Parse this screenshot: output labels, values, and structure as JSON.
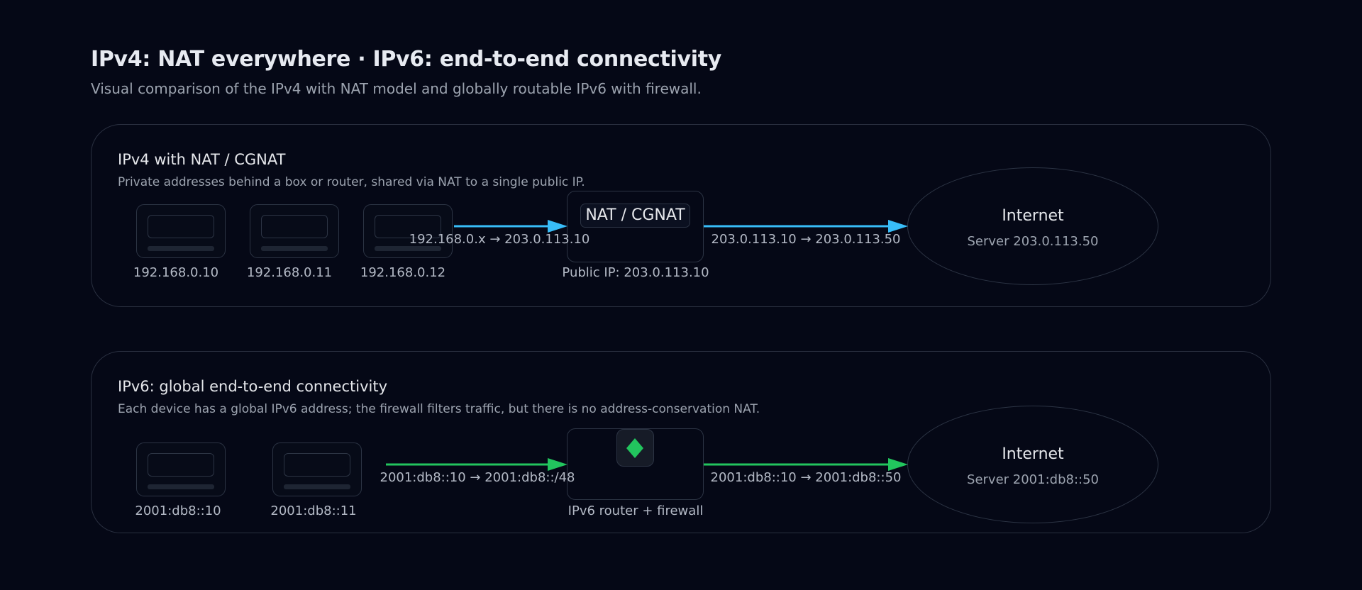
{
  "title": "IPv4: NAT everywhere · IPv6: end-to-end connectivity",
  "subtitle": "Visual comparison of the IPv4 with NAT model and globally routable IPv6 with firewall.",
  "colors": {
    "ipv4_arrow": "#38bdf8",
    "ipv6_arrow": "#22c55e",
    "background": "#050816"
  },
  "ipv4": {
    "heading": "IPv4 with NAT / CGNAT",
    "description": "Private addresses behind a box or router, shared via NAT to a single public IP.",
    "devices": [
      "192.168.0.10",
      "192.168.0.11",
      "192.168.0.12"
    ],
    "nat_label": "NAT / CGNAT",
    "nat_caption": "Public IP: 203.0.113.10",
    "link_in": "192.168.0.x → 203.0.113.10",
    "link_out": "203.0.113.10 → 203.0.113.50",
    "internet_title": "Internet",
    "internet_server": "Server 203.0.113.50"
  },
  "ipv6": {
    "heading": "IPv6: global end-to-end connectivity",
    "description": "Each device has a global IPv6 address; the firewall filters traffic, but there is no address-conservation NAT.",
    "devices": [
      "2001:db8::10",
      "2001:db8::11"
    ],
    "router_icon": "firewall-diamond-icon",
    "router_caption": "IPv6 router + firewall",
    "link_in": "2001:db8::10 → 2001:db8::/48",
    "link_out": "2001:db8::10 → 2001:db8::50",
    "internet_title": "Internet",
    "internet_server": "Server 2001:db8::50"
  }
}
